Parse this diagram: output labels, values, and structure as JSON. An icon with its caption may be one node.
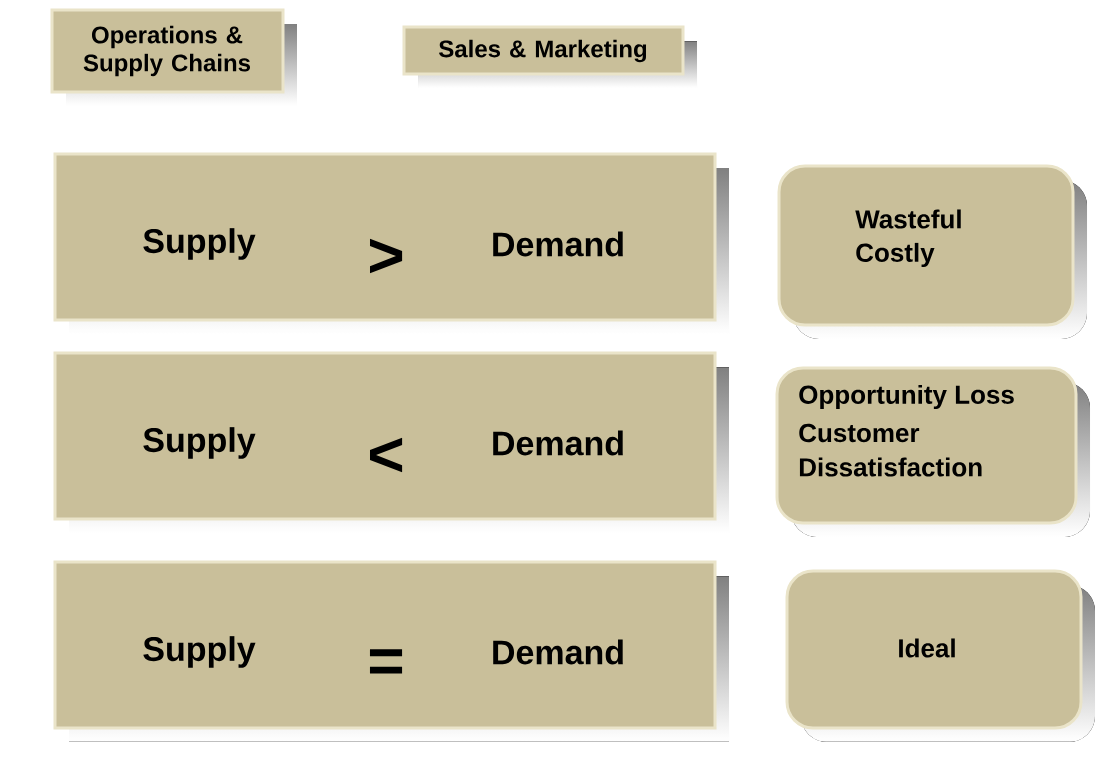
{
  "diagram": {
    "nodes": [
      {
        "text": [
          "Operations & Supply Chains"
        ]
      },
      {
        "text": [
          "Sales & Marketing"
        ]
      },
      {
        "text": [
          "Supply",
          ">",
          "Demand"
        ]
      },
      {
        "text": [
          "Wasteful",
          "Costly"
        ]
      },
      {
        "text": [
          "Supply",
          "<",
          "Demand"
        ]
      },
      {
        "text": [
          "Opportunity Loss",
          "Customer",
          "Dissatisfaction"
        ]
      },
      {
        "text": [
          "Supply",
          "=",
          "Demand"
        ]
      },
      {
        "text": [
          "Ideal"
        ]
      }
    ]
  }
}
